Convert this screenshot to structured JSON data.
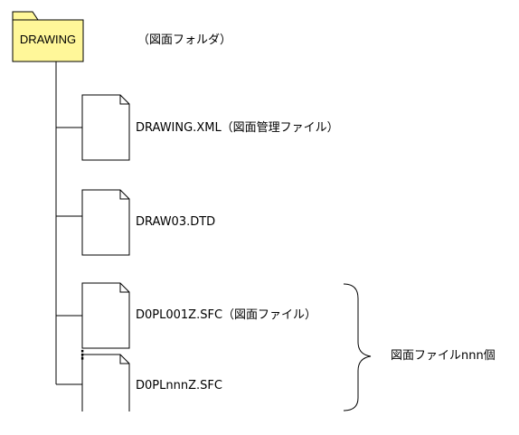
{
  "folder": {
    "label": "DRAWING",
    "description": "（図面フォルダ）",
    "fill": "#fff799",
    "stroke": "#000000"
  },
  "files": [
    {
      "name": "DRAWING.XML（図面管理ファイル）"
    },
    {
      "name": "DRAW03.DTD"
    },
    {
      "name": "D0PL001Z.SFC（図面ファイル）"
    },
    {
      "name": "D0PLnnnZ.SFC"
    }
  ],
  "ellipsis": "⋮",
  "group_label": "図面ファイルnnn個"
}
